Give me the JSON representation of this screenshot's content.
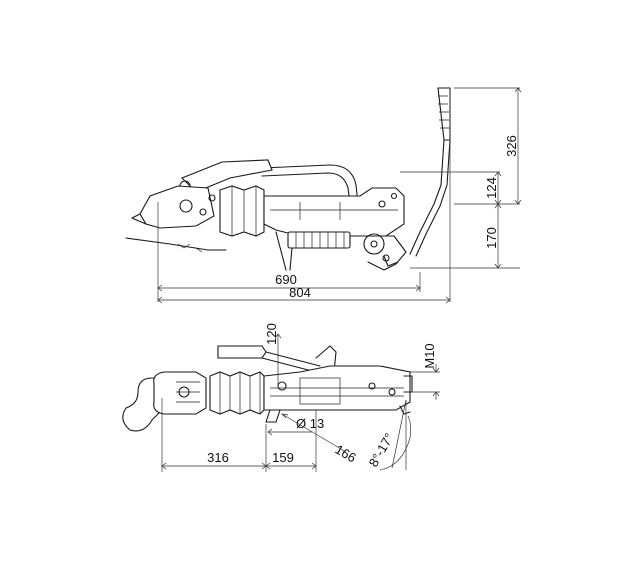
{
  "side_view": {
    "dimensions": {
      "d326": "326",
      "d124": "124",
      "d170": "170",
      "d690": "690",
      "d804": "804"
    }
  },
  "top_view": {
    "dimensions": {
      "d120": "120",
      "m10": "M10",
      "d13": "Ø 13",
      "d166": "166",
      "d316": "316",
      "d159": "159",
      "angle": "8°-17°"
    }
  }
}
